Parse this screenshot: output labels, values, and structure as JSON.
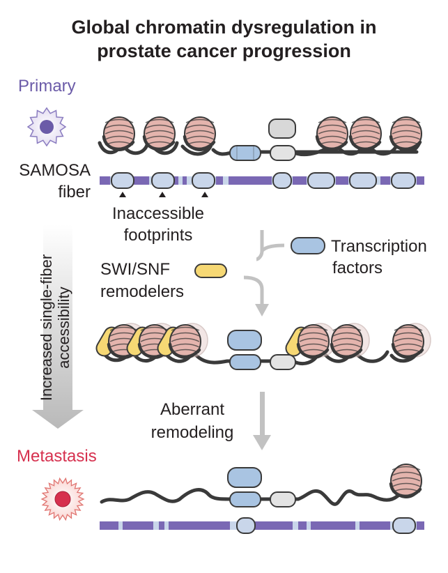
{
  "title": {
    "line1": "Global chromatin dysregulation in",
    "line2": "prostate cancer progression"
  },
  "stages": {
    "primary": "Primary",
    "metastasis": "Metastasis"
  },
  "labels": {
    "samosa_line1": "SAMOSA",
    "samosa_line2": "fiber",
    "footprints_line1": "Inaccessible",
    "footprints_line2": "footprints",
    "tf_line1": "Transcription",
    "tf_line2": "factors",
    "swi_line1": "SWI/SNF",
    "swi_line2": "remodelers",
    "aberrant_line1": "Aberrant",
    "aberrant_line2": "remodeling",
    "side_line1": "Increased single-fiber",
    "side_line2": "accessibility"
  },
  "colors": {
    "primary_cell": "#6b5ba8",
    "metastasis_cell": "#d6304e",
    "fiber": "#7a68b4",
    "fiber_light": "#c9d6ea",
    "nucleosome": "#e4b4ad",
    "transcription_factor": "#a9c4e2",
    "remodeler": "#f6d874",
    "dna": "#3a3a3a",
    "arrow": "#bdbdbd"
  },
  "icons": [
    "primary-cell-icon",
    "metastasis-cell-icon",
    "nucleosome-icon",
    "transcription-factor-icon",
    "remodeler-icon",
    "down-arrow-icon"
  ]
}
